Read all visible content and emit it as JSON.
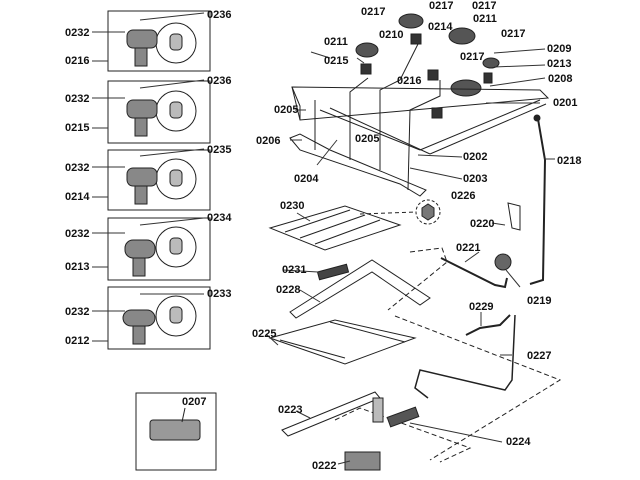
{
  "diagram": {
    "title": "Cooktop burner & valve parts diagram",
    "valve_insets": [
      {
        "valve": "0216",
        "screw": "0232",
        "orifice": "0236"
      },
      {
        "valve": "0215",
        "screw": "0232",
        "orifice": "0236"
      },
      {
        "valve": "0214",
        "screw": "0232",
        "orifice": "0235"
      },
      {
        "valve": "0213",
        "screw": "0232",
        "orifice": "0234"
      },
      {
        "valve": "0212",
        "screw": "0232",
        "orifice": "0233"
      }
    ],
    "igniter_module_inset": {
      "part": "0207"
    },
    "labels": {
      "p0217a": "0217",
      "p0217b": "0217",
      "p0217c": "0217",
      "p0217d": "0217",
      "p0217e": "0217",
      "p0211a": "0211",
      "p0211b": "0211",
      "p0210": "0210",
      "p0214": "0214",
      "p0215": "0215",
      "p0216": "0216",
      "p0209": "0209",
      "p0213": "0213",
      "p0208": "0208",
      "p0201": "0201",
      "p0205a": "0205",
      "p0205b": "0205",
      "p0206": "0206",
      "p0204": "0204",
      "p0202": "0202",
      "p0203": "0203",
      "p0218": "0218",
      "p0226": "0226",
      "p0230": "0230",
      "p0220": "0220",
      "p0221": "0221",
      "p0231": "0231",
      "p0219": "0219",
      "p0228": "0228",
      "p0229": "0229",
      "p0225": "0225",
      "p0227": "0227",
      "p0223": "0223",
      "p0224": "0224",
      "p0222": "0222"
    }
  }
}
